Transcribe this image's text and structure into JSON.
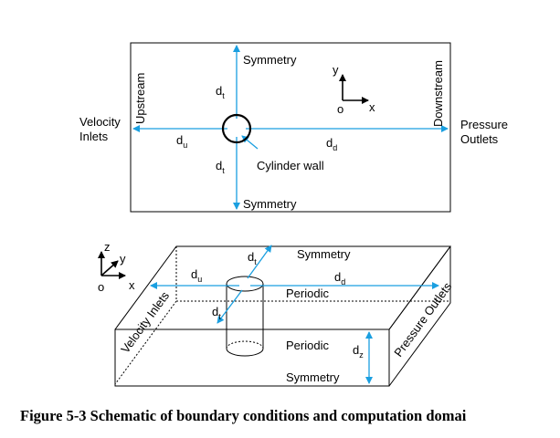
{
  "top_diagram": {
    "symmetry_top": "Symmetry",
    "symmetry_bottom": "Symmetry",
    "upstream": "Upstream",
    "downstream": "Downstream",
    "velocity_inlets": [
      "Velocity",
      "Inlets"
    ],
    "pressure_outlets": [
      "Pressure",
      "Outlets"
    ],
    "cylinder_wall": "Cylinder wall",
    "d_t_top": {
      "main": "d",
      "sub": "t"
    },
    "d_t_bottom": {
      "main": "d",
      "sub": "t"
    },
    "d_u": {
      "main": "d",
      "sub": "u"
    },
    "d_d": {
      "main": "d",
      "sub": "d"
    },
    "axes": {
      "y": "y",
      "x": "x",
      "origin": "o"
    }
  },
  "bottom_diagram": {
    "symmetry_top": "Symmetry",
    "symmetry_bottom": "Symmetry",
    "periodic_back": "Periodic",
    "periodic_front": "Periodic",
    "velocity_inlets": "Velocity Inlets",
    "pressure_outlets": "Pressure Outlets",
    "d_t_upper": {
      "main": "d",
      "sub": "t"
    },
    "d_t_lower": {
      "main": "d",
      "sub": "t"
    },
    "d_u": {
      "main": "d",
      "sub": "u"
    },
    "d_d": {
      "main": "d",
      "sub": "d"
    },
    "d_z": {
      "main": "d",
      "sub": "z"
    },
    "axes": {
      "z": "z",
      "y": "y",
      "x": "x",
      "origin": "o"
    }
  },
  "caption": "Figure 5-3 Schematic of boundary conditions and computation domai",
  "colors": {
    "arrow": "#1a9fe0",
    "line": "#000000"
  }
}
